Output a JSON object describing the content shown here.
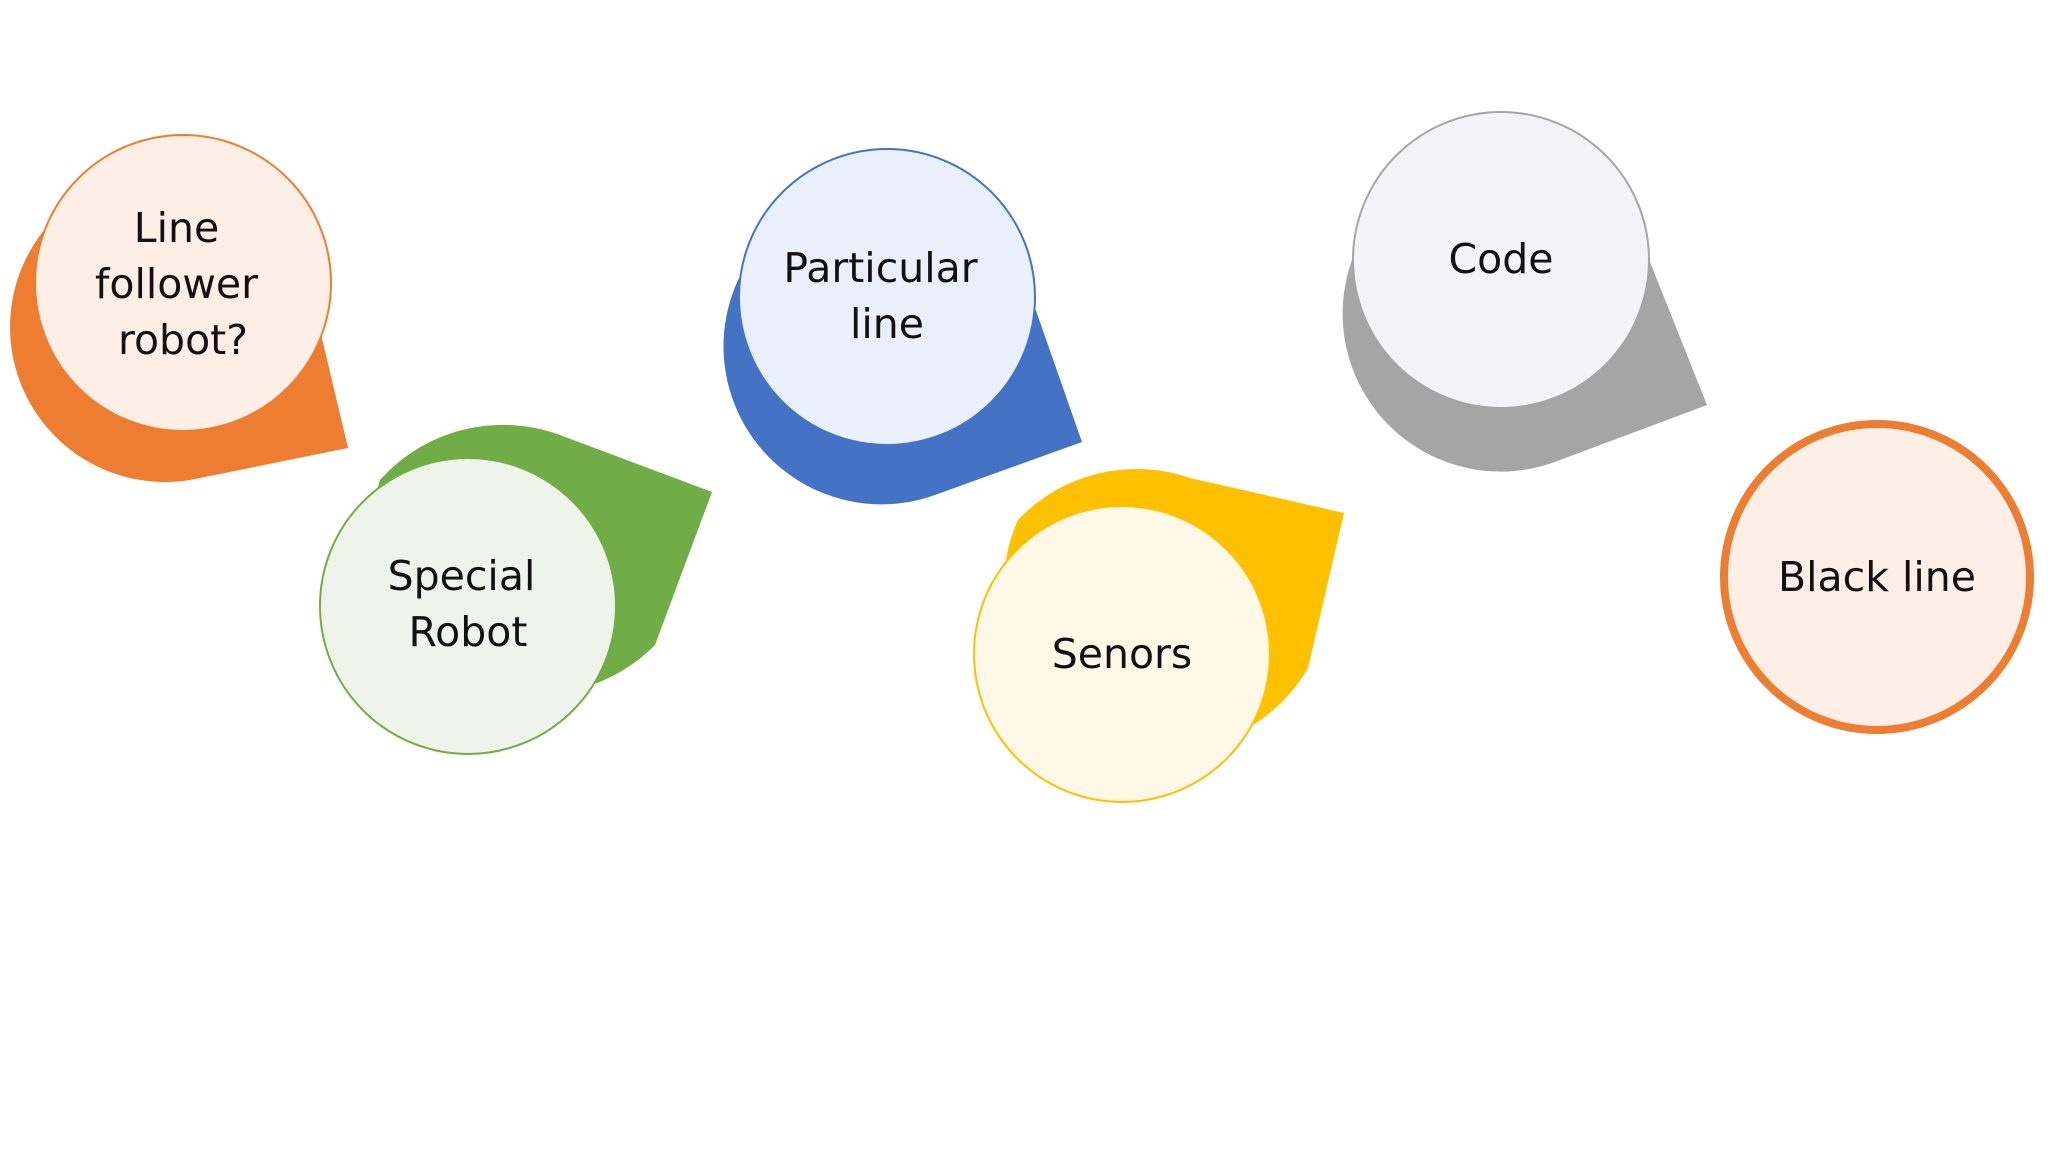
{
  "diagram": {
    "nodes": [
      {
        "id": "line-follower",
        "lines": [
          "Line",
          "follower",
          "robot?"
        ],
        "color": "#ED7D31",
        "fill": "#FDEEE6"
      },
      {
        "id": "special-robot",
        "lines": [
          "Special",
          "Robot"
        ],
        "color": "#70AD47",
        "fill": "#EEF4EA"
      },
      {
        "id": "particular-line",
        "lines": [
          "Particular",
          "line"
        ],
        "color": "#4472C4",
        "fill": "#EAF0F9"
      },
      {
        "id": "senors",
        "lines": [
          "Senors"
        ],
        "color": "#FFC000",
        "fill": "#FFF8E7"
      },
      {
        "id": "code",
        "lines": [
          "Code"
        ],
        "color": "#A5A5A5",
        "fill": "#F4F3F6"
      },
      {
        "id": "black-line",
        "lines": [
          "Black line"
        ],
        "color": "#ED7D31",
        "fill": "#FDEEE6"
      }
    ]
  }
}
